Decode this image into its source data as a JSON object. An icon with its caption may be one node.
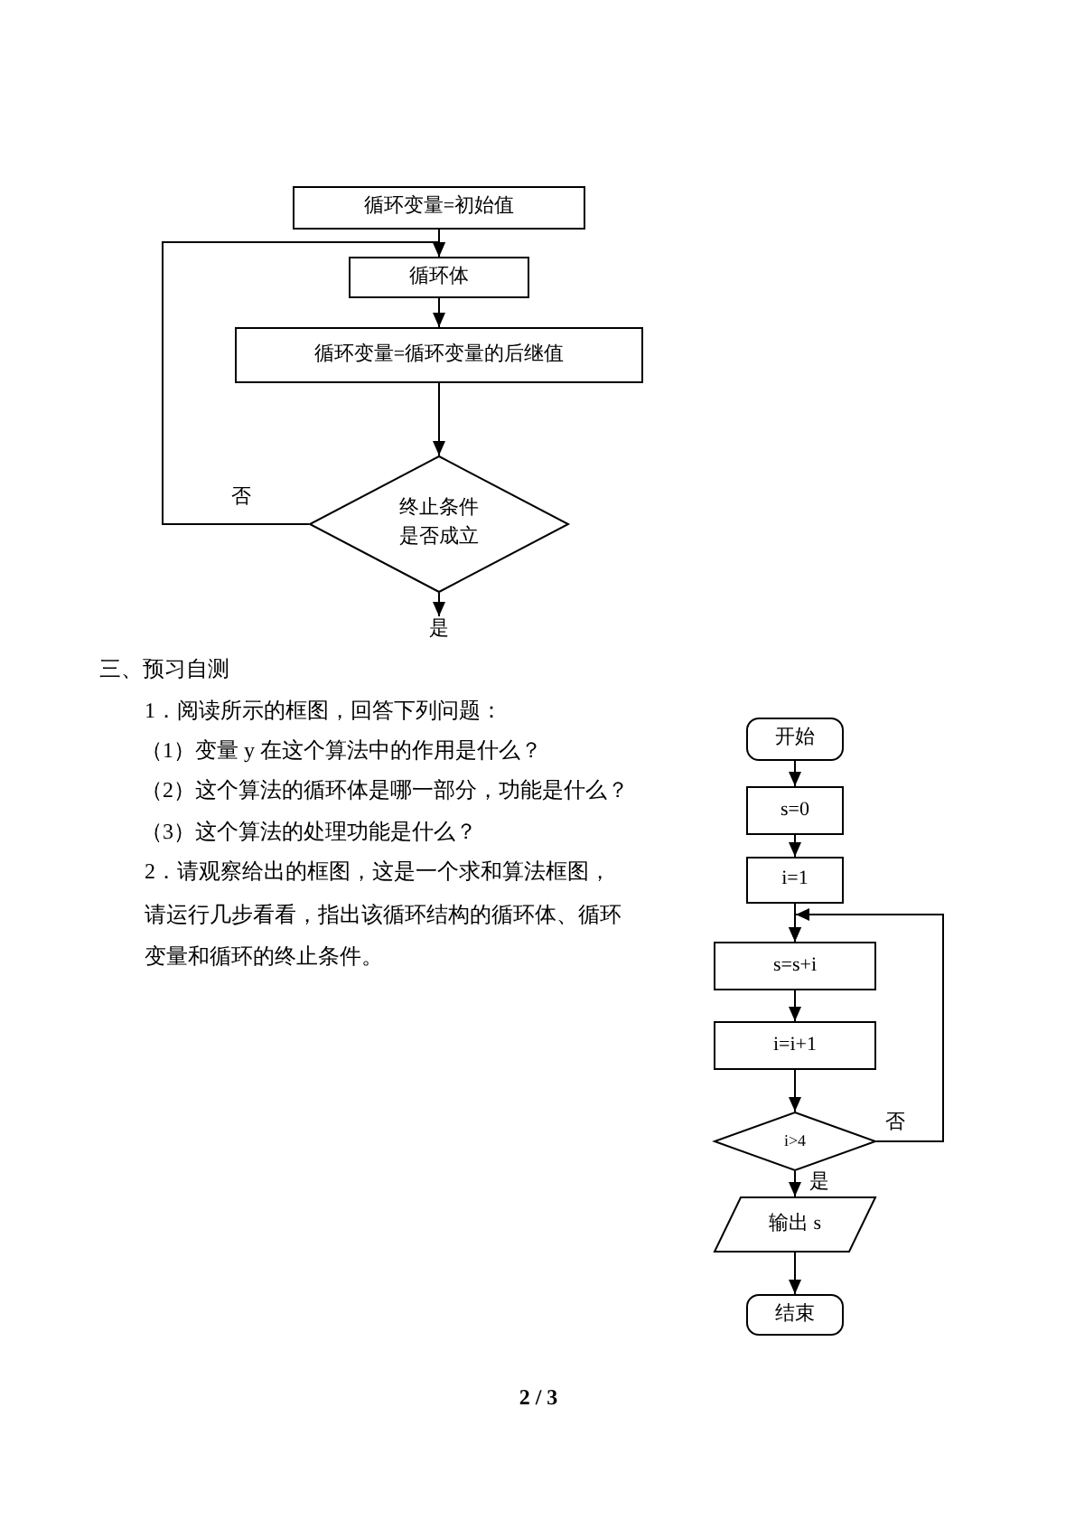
{
  "diagram": {
    "nodes": [
      {
        "text": [
          "循环变量=初始值"
        ]
      },
      {
        "text": [
          "循环体"
        ]
      },
      {
        "text": [
          "循环变量=循环变量的后继值"
        ]
      },
      {
        "text": [
          "终止条件是否成立"
        ]
      },
      {
        "text": [
          "是"
        ]
      },
      {
        "text": [
          "开始"
        ]
      },
      {
        "text": [
          "s=0"
        ]
      },
      {
        "text": [
          "i=1"
        ]
      },
      {
        "text": [
          "s=s+i"
        ]
      },
      {
        "text": [
          "i=i+1"
        ]
      },
      {
        "text": [
          "i>4"
        ]
      },
      {
        "text": [
          "输出 s"
        ]
      },
      {
        "text": [
          "结束"
        ]
      }
    ],
    "edges": [
      {
        "from": 0,
        "to": 1,
        "arrow": "to"
      },
      {
        "from": 1,
        "to": 2,
        "arrow": "to"
      },
      {
        "from": 2,
        "to": 3,
        "arrow": "to"
      },
      {
        "from": 3,
        "to": 1,
        "arrow": "to",
        "label": "否"
      },
      {
        "from": 3,
        "to": 4,
        "arrow": "to"
      },
      {
        "from": 5,
        "to": 6,
        "arrow": "to"
      },
      {
        "from": 6,
        "to": 7,
        "arrow": "to"
      },
      {
        "from": 7,
        "to": 8,
        "arrow": "to"
      },
      {
        "from": 8,
        "to": 9,
        "arrow": "to"
      },
      {
        "from": 9,
        "to": 10,
        "arrow": "to"
      },
      {
        "from": 10,
        "to": 8,
        "arrow": "to",
        "label": "否"
      },
      {
        "from": 10,
        "to": 11,
        "arrow": "to",
        "label": "是"
      },
      {
        "from": 11,
        "to": 12,
        "arrow": "to"
      }
    ],
    "labels": [
      "三、预习自测",
      "1．阅读所示的框图，回答下列问题：",
      "（1）变量 y 在这个算法中的作用是什么？",
      "（2）这个算法的循环体是哪一部分，功能是什么？",
      "（3）这个算法的处理功能是什么？",
      "2．请观察给出的框图，这是一个求和算法框图，请运行几步看看，指出该循环结构的循环体、循环变量和循环的终止条件。",
      "2 / 3"
    ]
  }
}
